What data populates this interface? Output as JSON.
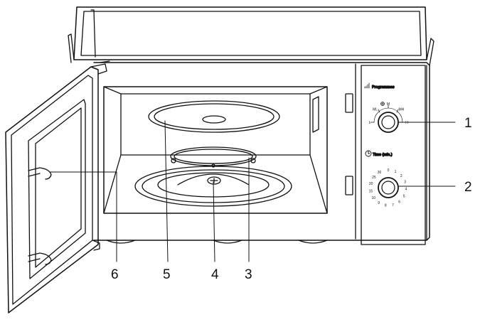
{
  "control_panel": {
    "programmes_label": "Programmes",
    "time_label": "Time (min.)",
    "power_ticks": [
      "L",
      "ML",
      "M",
      "MH",
      "H"
    ],
    "timer_ticks": [
      "0",
      "1",
      "2",
      "3",
      "4",
      "5",
      "6",
      "7",
      "8",
      "9",
      "10",
      "15",
      "20",
      "25",
      "30"
    ]
  },
  "callouts": {
    "c1": "1",
    "c2": "2",
    "c3": "3",
    "c4": "4",
    "c5": "5",
    "c6": "6"
  }
}
